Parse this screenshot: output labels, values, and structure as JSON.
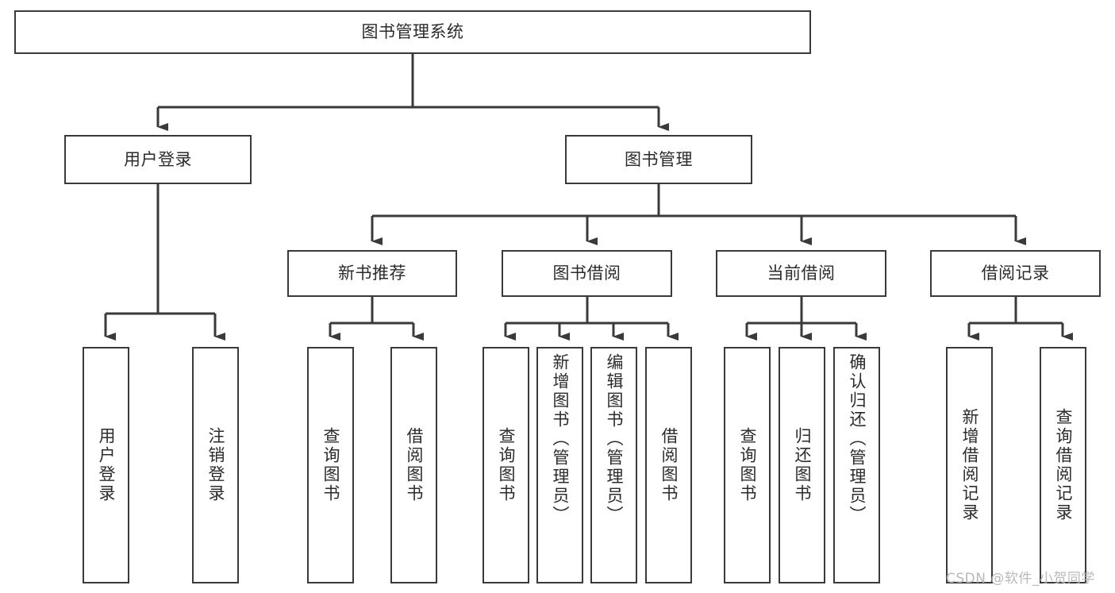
{
  "diagram": {
    "title": "图书管理系统",
    "type": "hierarchy-tree",
    "watermark": "CSDN @软件_小贺同学",
    "colors": {
      "stroke": "#3a3a3a",
      "fill": "#ffffff",
      "text": "#2b2b2b",
      "watermark": "#b9b9b9"
    },
    "levels": {
      "root": {
        "label": "图书管理系统"
      },
      "level2": [
        {
          "id": "user-login",
          "label": "用户登录"
        },
        {
          "id": "book-management",
          "label": "图书管理"
        }
      ],
      "level3": [
        {
          "id": "new-book-recommend",
          "label": "新书推荐"
        },
        {
          "id": "book-borrow",
          "label": "图书借阅"
        },
        {
          "id": "current-borrow",
          "label": "当前借阅"
        },
        {
          "id": "borrow-record",
          "label": "借阅记录"
        }
      ],
      "leaves": [
        {
          "id": "leaf-user-login",
          "label": "用户登录",
          "parent": "user-login"
        },
        {
          "id": "leaf-logout-login",
          "label": "注销登录",
          "parent": "user-login"
        },
        {
          "id": "leaf-query-book-1",
          "label": "查询图书",
          "parent": "new-book-recommend"
        },
        {
          "id": "leaf-borrow-book-1",
          "label": "借阅图书",
          "parent": "new-book-recommend"
        },
        {
          "id": "leaf-query-book-2",
          "label": "查询图书",
          "parent": "book-borrow"
        },
        {
          "id": "leaf-add-book",
          "label": "新增图书（管理员）",
          "parent": "book-borrow"
        },
        {
          "id": "leaf-edit-book",
          "label": "编辑图书（管理员）",
          "parent": "book-borrow"
        },
        {
          "id": "leaf-borrow-book-2",
          "label": "借阅图书",
          "parent": "book-borrow"
        },
        {
          "id": "leaf-query-book-3",
          "label": "查询图书",
          "parent": "current-borrow"
        },
        {
          "id": "leaf-return-book",
          "label": "归还图书",
          "parent": "current-borrow"
        },
        {
          "id": "leaf-confirm-return",
          "label": "确认归还（管理员）",
          "parent": "current-borrow"
        },
        {
          "id": "leaf-add-record",
          "label": "新增借阅记录",
          "parent": "borrow-record"
        },
        {
          "id": "leaf-query-record",
          "label": "查询借阅记录",
          "parent": "borrow-record"
        }
      ]
    }
  }
}
